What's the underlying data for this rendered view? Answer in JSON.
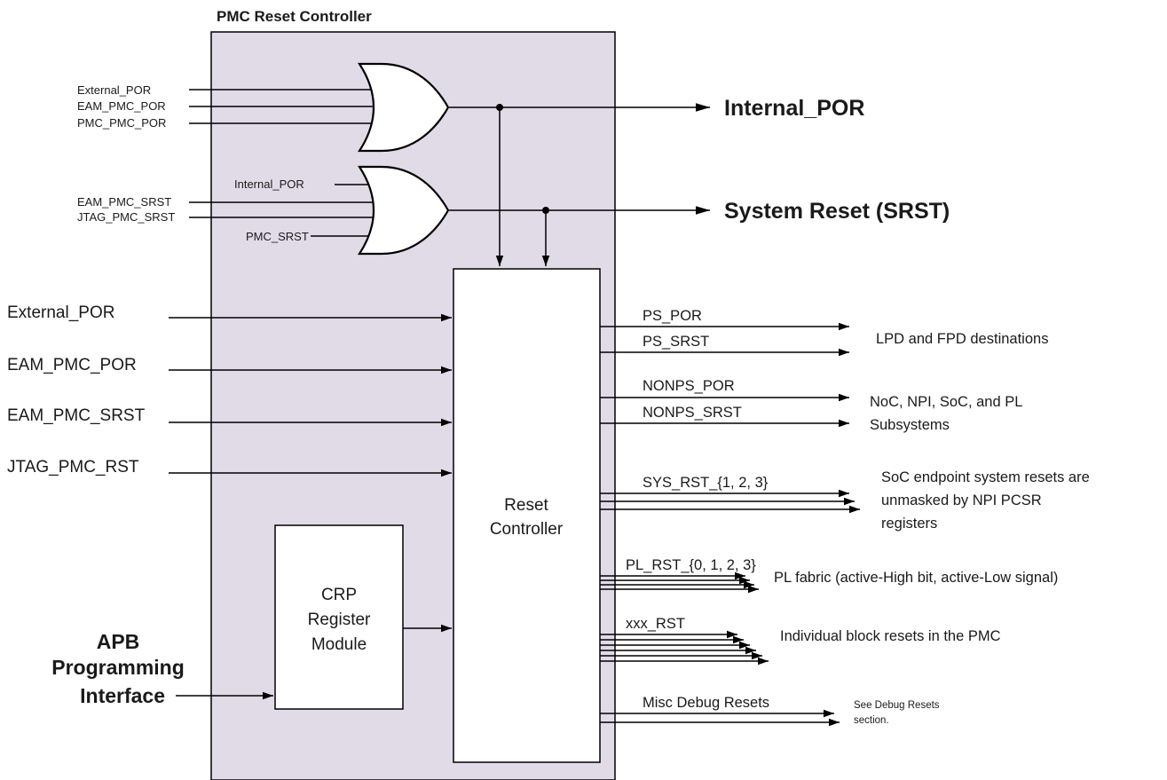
{
  "title": "PMC Reset Controller",
  "gate1": {
    "inputs": [
      "External_POR",
      "EAM_PMC_POR",
      "PMC_PMC_POR"
    ],
    "output": "Internal_POR"
  },
  "gate2": {
    "inputs": [
      "Internal_POR",
      "EAM_PMC_SRST",
      "JTAG_PMC_SRST",
      "PMC_SRST"
    ],
    "output": "System Reset (SRST)"
  },
  "reset_controller": {
    "label_line1": "Reset",
    "label_line2": "Controller",
    "inputs": [
      "External_POR",
      "EAM_PMC_POR",
      "EAM_PMC_SRST",
      "JTAG_PMC_RST"
    ]
  },
  "crp": {
    "line1": "CRP",
    "line2": "Register",
    "line3": "Module"
  },
  "apb": {
    "line1": "APB",
    "line2": "Programming",
    "line3": "Interface"
  },
  "outputs": {
    "ps_por": "PS_POR",
    "ps_srst": "PS_SRST",
    "lpd_fpd": "LPD and FPD destinations",
    "nonps_por": "NONPS_POR",
    "nonps_srst": "NONPS_SRST",
    "noc_line1": "NoC, NPI, SoC, and PL",
    "noc_line2": "Subsystems",
    "sys_rst": "SYS_RST_{1, 2, 3}",
    "soc_line1": "SoC endpoint system resets are",
    "soc_line2": "unmasked by NPI PCSR",
    "soc_line3": "registers",
    "pl_rst": "PL_RST_{0, 1, 2, 3}",
    "pl_desc": "PL fabric (active-High bit, active-Low signal)",
    "xxx_rst": "xxx_RST",
    "xxx_desc": "Individual block resets in the PMC",
    "misc": "Misc Debug Resets",
    "debug_line1": "See Debug Resets",
    "debug_line2": "section."
  },
  "colors": {
    "panel_fill": "#e1dbe8",
    "line": "#000000",
    "box_fill": "#ffffff"
  }
}
